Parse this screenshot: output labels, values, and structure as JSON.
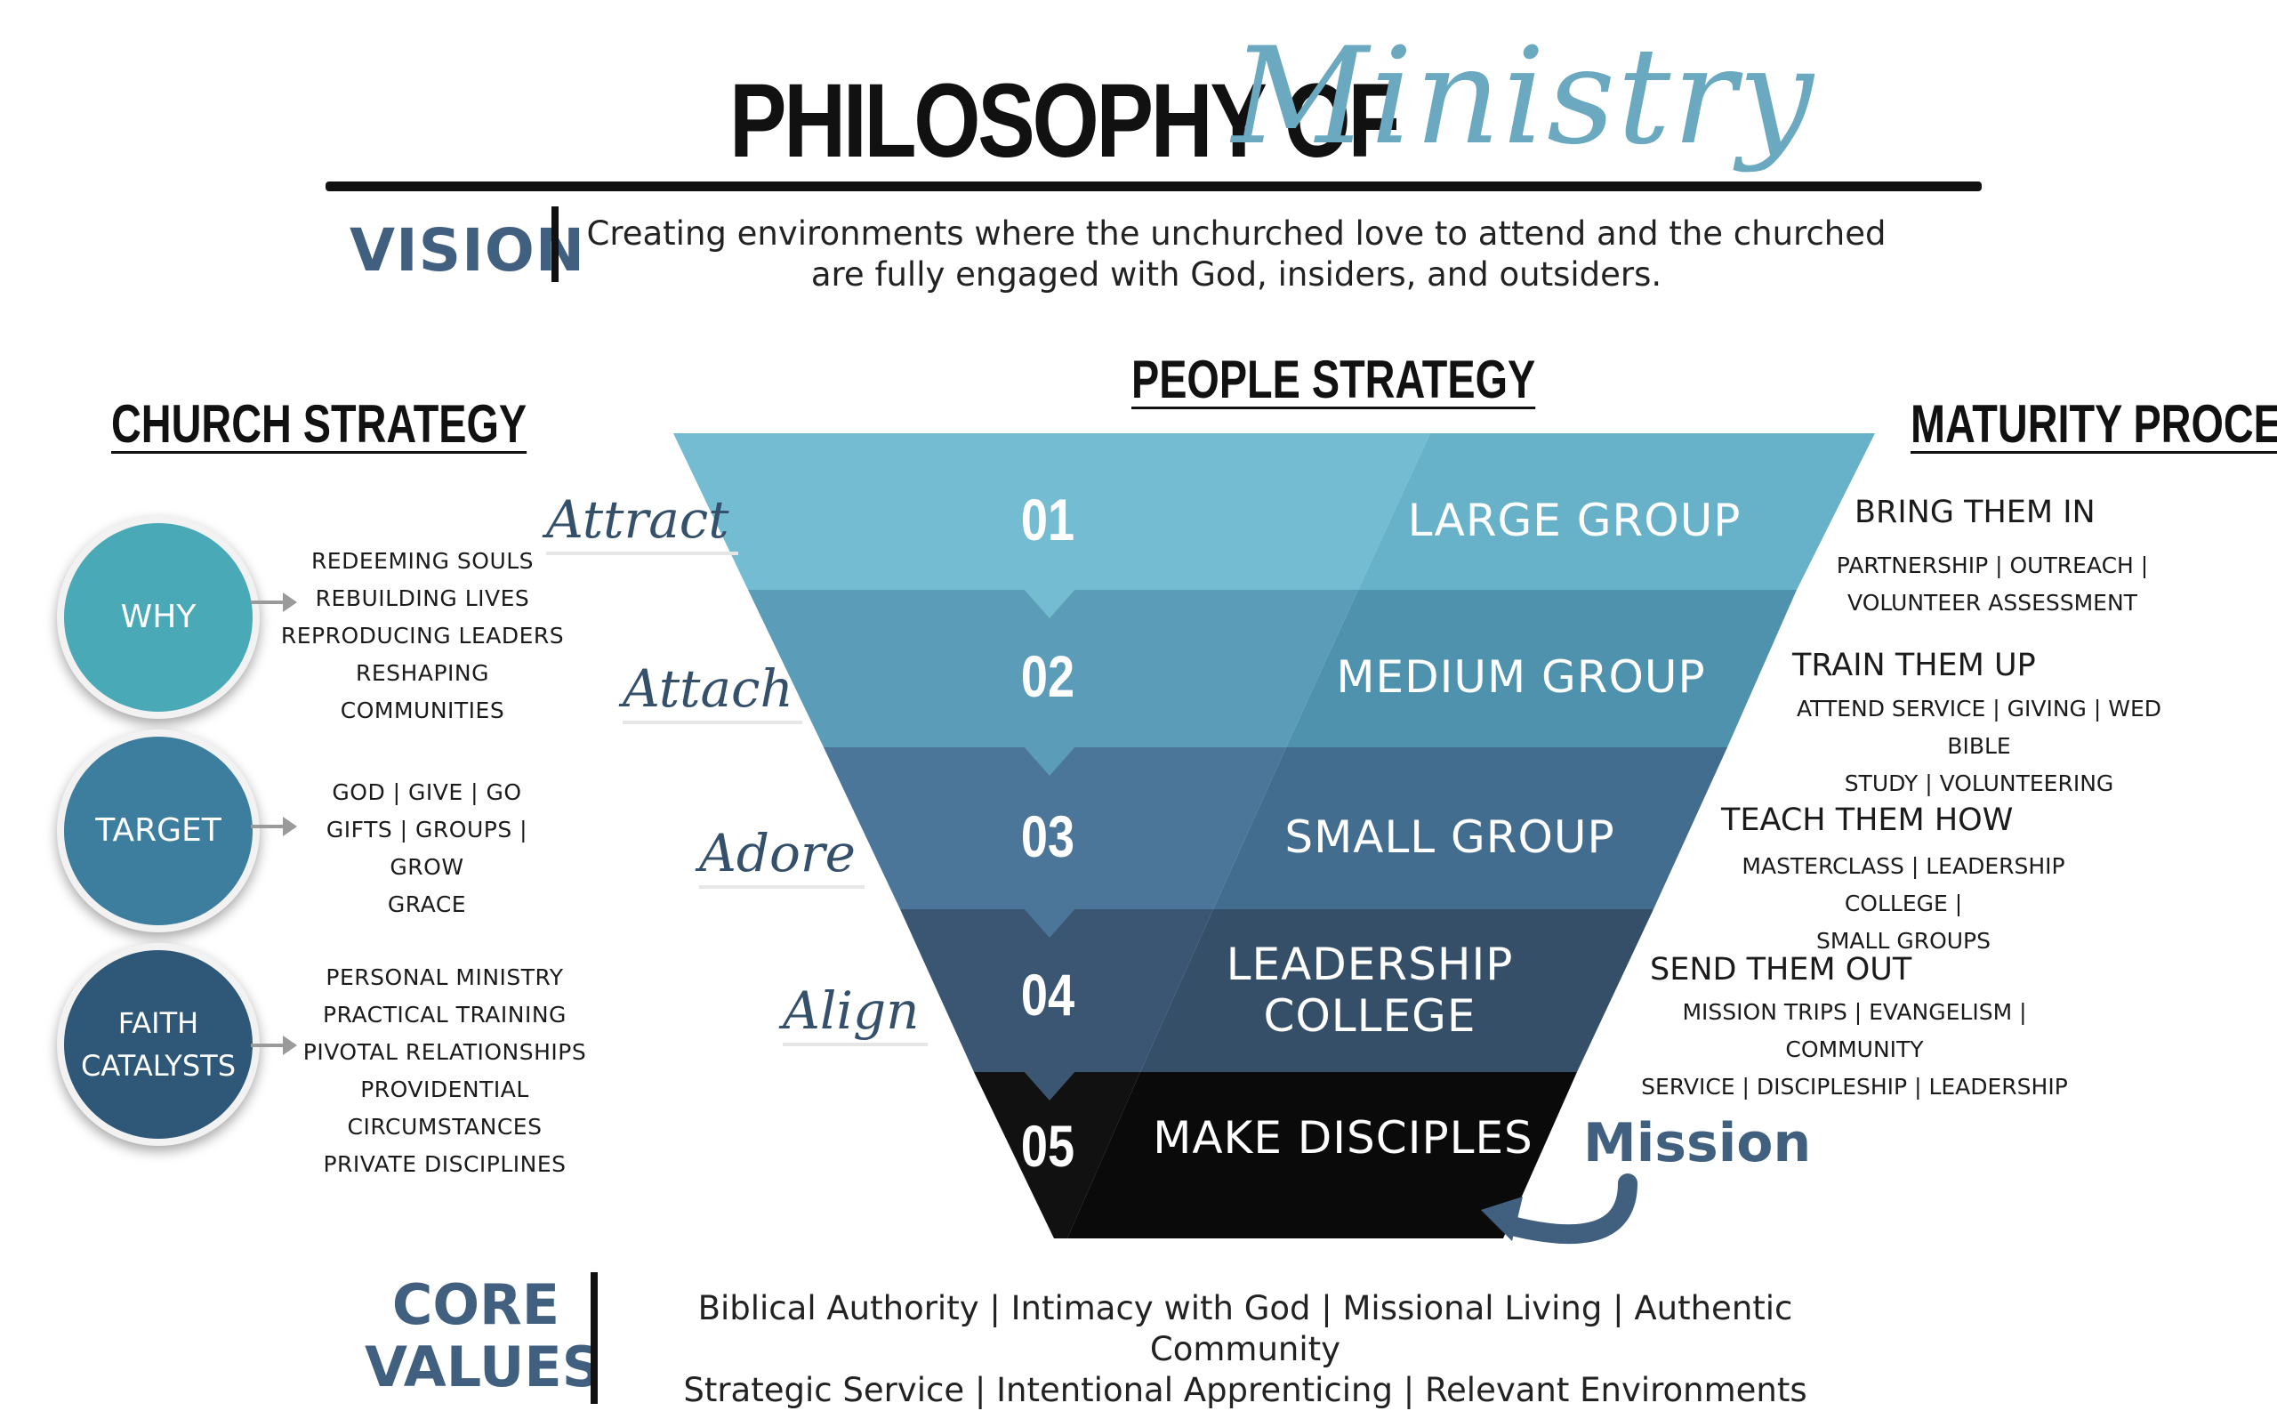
{
  "header": {
    "title_main": "PHILOSOPHY OF",
    "title_script": "Ministry"
  },
  "vision": {
    "label": "VISION",
    "line1": "Creating environments where the unchurched love to attend and the churched",
    "line2": "are fully engaged with God, insiders, and outsiders."
  },
  "church_strategy": {
    "title": "CHURCH STRATEGY",
    "items": [
      {
        "label": "WHY",
        "color": "#4aa9b6",
        "details": [
          "REDEEMING SOULS",
          "REBUILDING LIVES",
          "REPRODUCING LEADERS",
          "RESHAPING COMMUNITIES"
        ]
      },
      {
        "label": "TARGET",
        "color": "#3d7e9f",
        "details": [
          "GOD | GIVE | GO",
          "GIFTS | GROUPS | GROW",
          "GRACE"
        ]
      },
      {
        "label_line1": "FAITH",
        "label_line2": "CATALYSTS",
        "color": "#2f5777",
        "details": [
          "PERSONAL MINISTRY",
          "PRACTICAL TRAINING",
          "PIVOTAL RELATIONSHIPS",
          "PROVIDENTIAL CIRCUMSTANCES",
          "PRIVATE DISCIPLINES"
        ]
      }
    ]
  },
  "people_strategy": {
    "title": "PEOPLE STRATEGY",
    "scripts": [
      "Attract",
      "Attach",
      "Adore",
      "Align"
    ],
    "layers": [
      {
        "number": "01",
        "label": "LARGE GROUP",
        "color_left": "#74bcd2",
        "color_right": "#68b2c9"
      },
      {
        "number": "02",
        "label": "MEDIUM GROUP",
        "color_left": "#5b9db8",
        "color_right": "#4f92ad"
      },
      {
        "number": "03",
        "label": "SMALL GROUP",
        "color_left": "#4b7699",
        "color_right": "#436d8f"
      },
      {
        "number": "04",
        "label_line1": "LEADERSHIP",
        "label_line2": "COLLEGE",
        "color_left": "#3b5673",
        "color_right": "#354f69"
      },
      {
        "number": "05",
        "label": "MAKE DISCIPLES",
        "color_left": "#111111",
        "color_right": "#0a0a0a"
      }
    ]
  },
  "maturity_process": {
    "title": "MATURITY PROCESS",
    "stages": [
      {
        "heading": "BRING THEM IN",
        "line1": "PARTNERSHIP | OUTREACH |",
        "line2": "VOLUNTEER ASSESSMENT"
      },
      {
        "heading": "TRAIN THEM UP",
        "line1": "ATTEND SERVICE | GIVING | WED BIBLE",
        "line2": "STUDY | VOLUNTEERING"
      },
      {
        "heading": "TEACH THEM HOW",
        "line1": "MASTERCLASS | LEADERSHIP COLLEGE |",
        "line2": "SMALL GROUPS"
      },
      {
        "heading": "SEND THEM OUT",
        "line1": "MISSION TRIPS | EVANGELISM | COMMUNITY",
        "line2": "SERVICE | DISCIPLESHIP | LEADERSHIP"
      }
    ]
  },
  "mission": {
    "label": "Mission",
    "color": "#41607f"
  },
  "core_values": {
    "label_line1": "CORE",
    "label_line2": "VALUES",
    "line1": "Biblical Authority |  Intimacy with God | Missional Living | Authentic Community",
    "line2": "Strategic Service |  Intentional Apprenticing | Relevant Environments"
  }
}
